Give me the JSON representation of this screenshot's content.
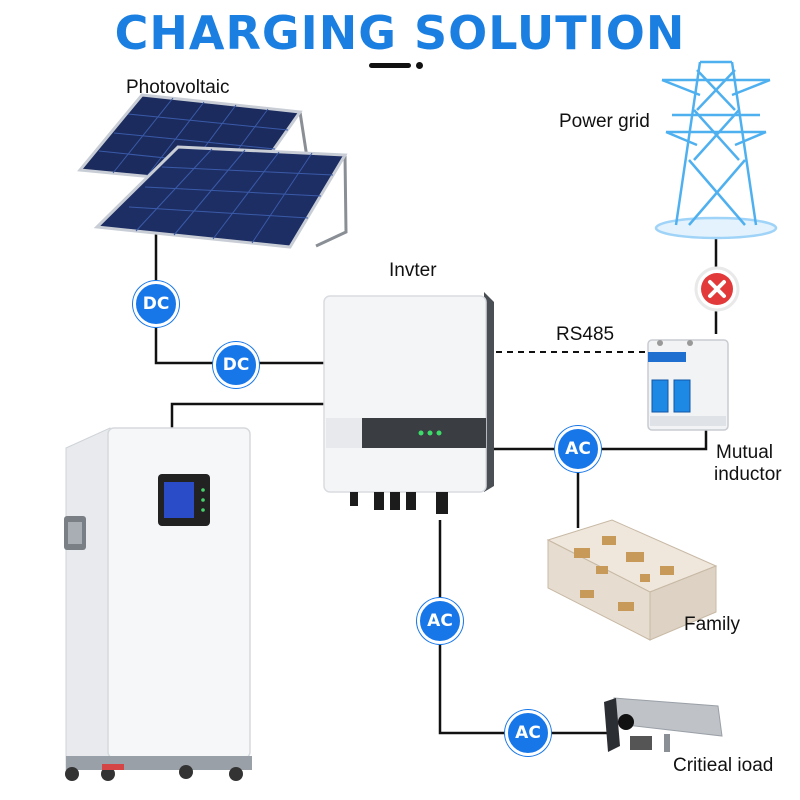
{
  "title": "CHARGING SOLUTION",
  "labels": {
    "photovoltaic": "Photovoltaic",
    "power_grid": "Power grid",
    "inverter": "Invter",
    "rs485": "RS485",
    "mutual_inductor_line1": "Mutual",
    "mutual_inductor_line2": "inductor",
    "family": "Family",
    "critical_load": "Critieal ioad"
  },
  "badges": {
    "dc_solar": "DC",
    "dc_inverter": "DC",
    "ac_breaker": "AC",
    "ac_down": "AC",
    "ac_load": "AC"
  },
  "colors": {
    "accent": "#1a7fe0",
    "badge": "#1877e8",
    "disconnect": "#e23a3a",
    "tower": "#4fb0f0"
  }
}
